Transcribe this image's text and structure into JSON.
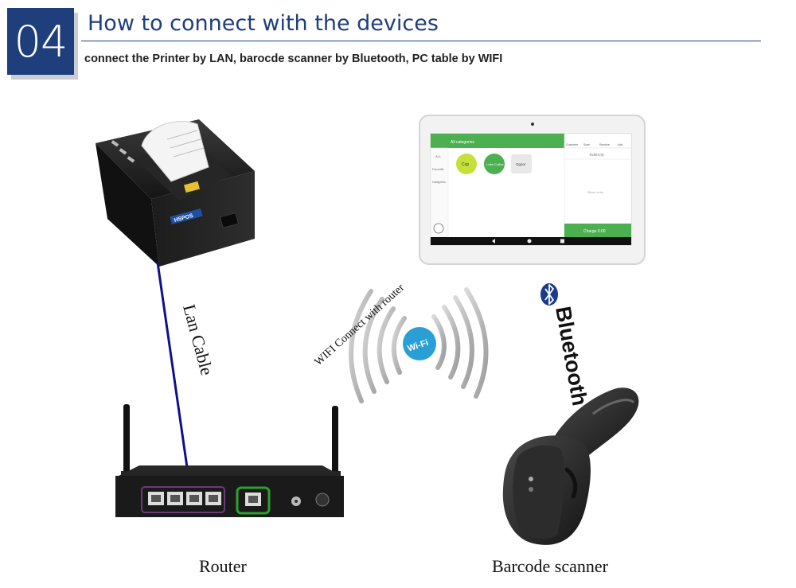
{
  "header": {
    "number": "04",
    "title": "How to connect with the devices",
    "subtitle": "connect the Printer by LAN, barocde scanner by Bluetooth, PC table by WIFI"
  },
  "connections": {
    "lan": "Lan Cable",
    "wifi": "WIFI Connect with router",
    "wifi_badge": "Wi-Fi",
    "bluetooth": "Bluetooth"
  },
  "devices": {
    "router": "Router",
    "scanner": "Barcode scanner",
    "printer_brand": "HSPOS"
  },
  "tablet": {
    "category": "All categories",
    "products": [
      "Cup",
      "Latte Coffee",
      "Oppor"
    ],
    "sidebar": [
      "ALL",
      "Favourite",
      "Categories"
    ],
    "top_actions": [
      "Customer",
      "Scan",
      "Receive",
      "Add"
    ],
    "ticket_header": "Ticket (0)",
    "empty_text": "Blank order",
    "charge": "Charge 0.00"
  },
  "colors": {
    "brand": "#1f3e7c",
    "cable": "#10108f",
    "tablet_green": "#4caf50",
    "wifi_blue": "#2a9fd6",
    "bluetooth_blue": "#1c3a8a"
  }
}
